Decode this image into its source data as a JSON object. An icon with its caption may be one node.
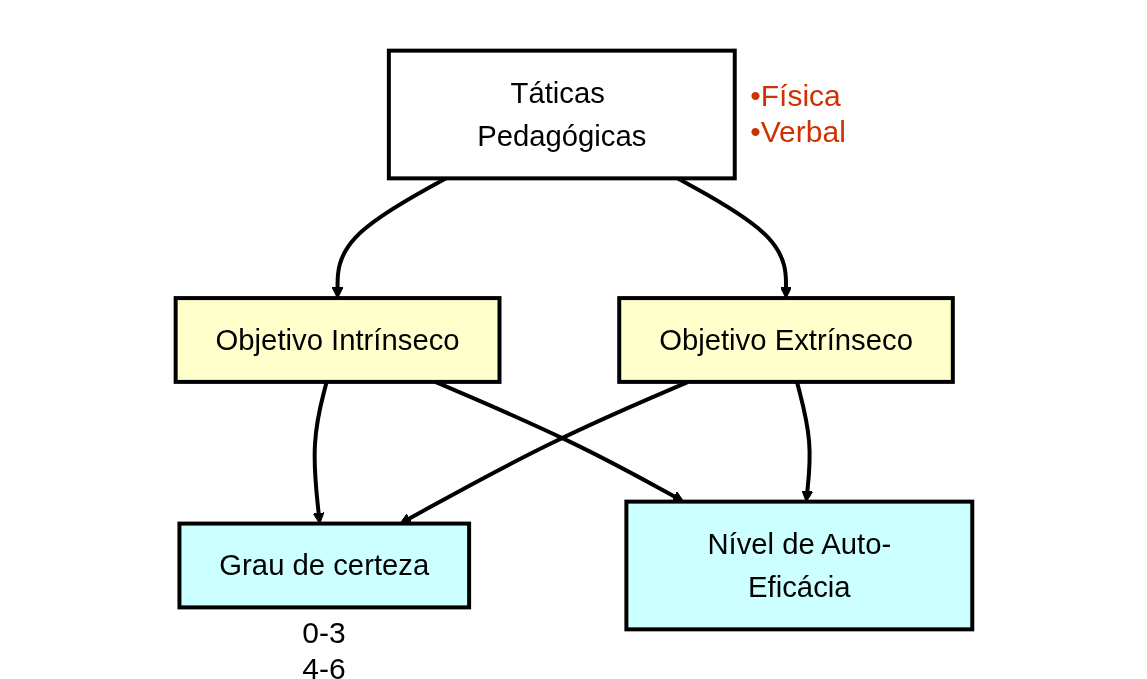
{
  "diagram": {
    "nodes": [
      {
        "text": [
          "Táticas Pedagógicas"
        ],
        "beside": [
          "•Física",
          "•Verbal"
        ]
      },
      {
        "text": [
          "Objetivo Intrínseco"
        ]
      },
      {
        "text": [
          "Objetivo Extrínseco"
        ]
      },
      {
        "text": [
          "Grau de certeza"
        ],
        "beside": [
          "0-3",
          "4-6"
        ]
      },
      {
        "text": [
          "Nível de Auto-Eficácia"
        ]
      }
    ],
    "edges": [
      {
        "from": 0,
        "to": 1,
        "arrow": "to"
      },
      {
        "from": 0,
        "to": 2,
        "arrow": "to"
      },
      {
        "from": 1,
        "to": 3,
        "arrow": "to"
      },
      {
        "from": 1,
        "to": 4,
        "arrow": "to"
      },
      {
        "from": 2,
        "to": 3,
        "arrow": "to"
      },
      {
        "from": 2,
        "to": 4,
        "arrow": "to"
      }
    ]
  }
}
